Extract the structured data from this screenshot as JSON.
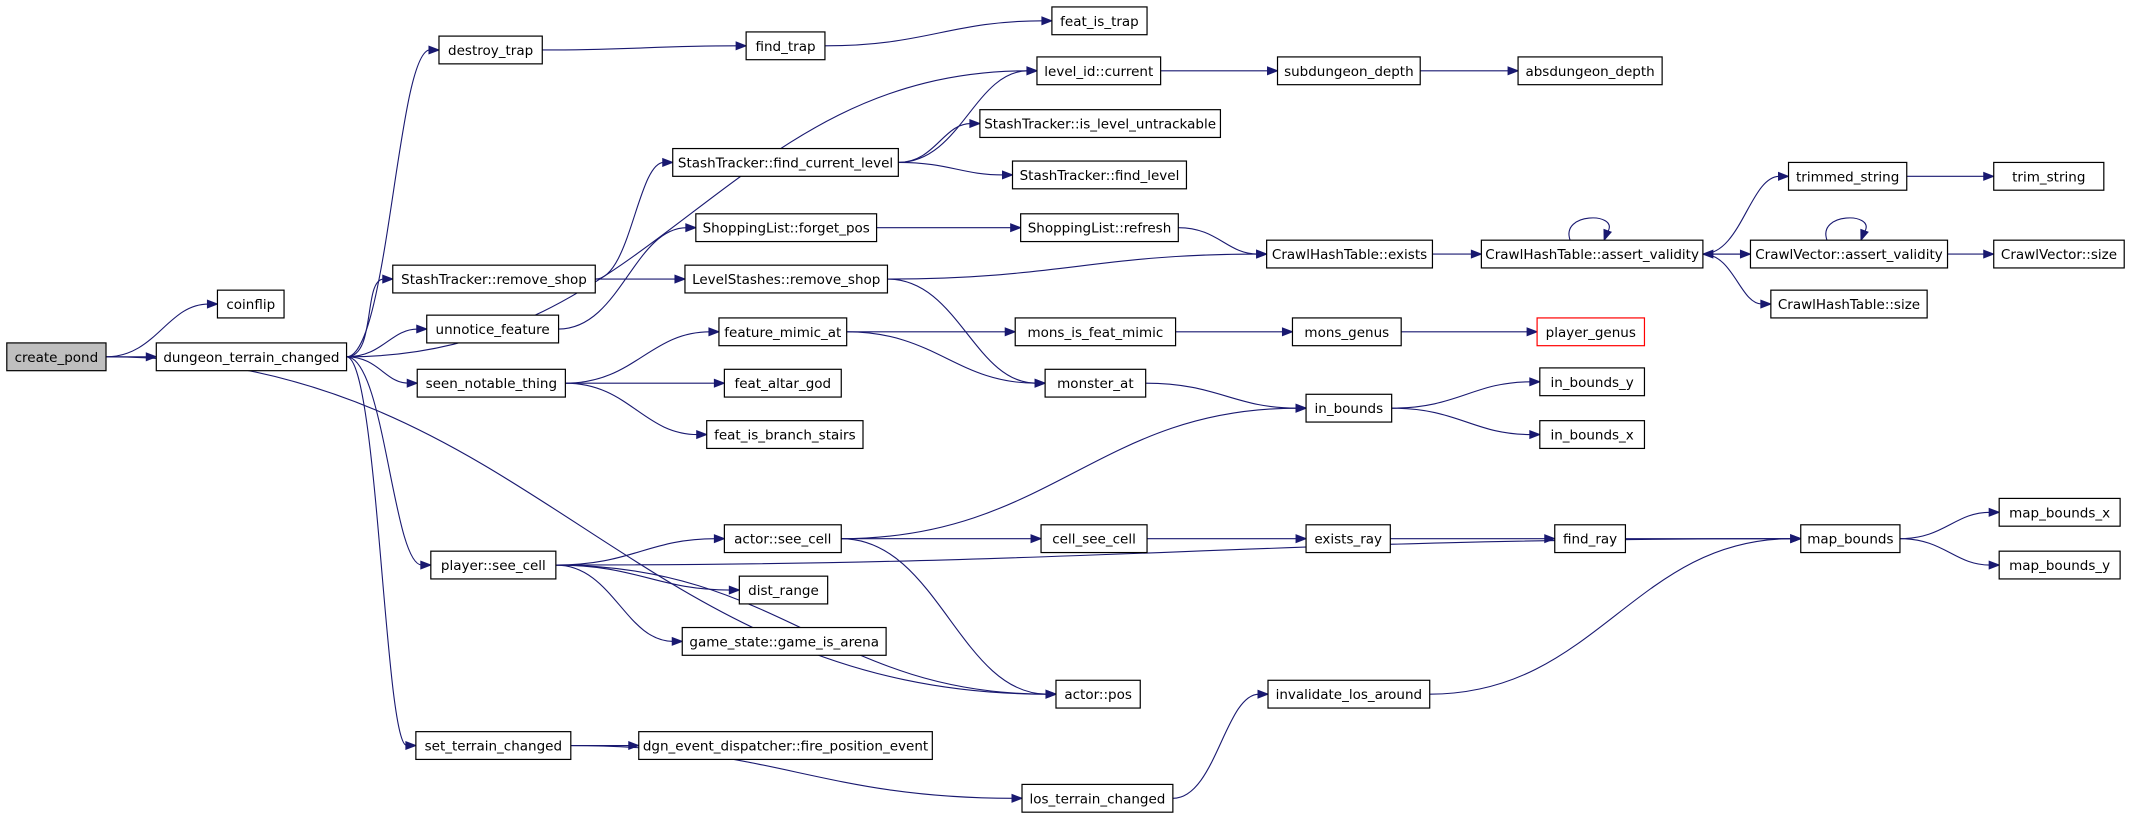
{
  "diagram": {
    "type": "call-graph",
    "colors": {
      "edge": "#191970",
      "root_fill": "#bfbfbf",
      "truncated_border": "#ff0000",
      "node_border": "#000000"
    },
    "nodes": [
      {
        "id": "create_pond",
        "label": "create_pond",
        "root": true
      },
      {
        "id": "coinflip",
        "label": "coinflip"
      },
      {
        "id": "dungeon_terrain_changed",
        "label": "dungeon_terrain_changed"
      },
      {
        "id": "destroy_trap",
        "label": "destroy_trap"
      },
      {
        "id": "find_trap",
        "label": "find_trap"
      },
      {
        "id": "feat_is_trap",
        "label": "feat_is_trap"
      },
      {
        "id": "level_id_current",
        "label": "level_id::current"
      },
      {
        "id": "subdungeon_depth",
        "label": "subdungeon_depth"
      },
      {
        "id": "absdungeon_depth",
        "label": "absdungeon_depth"
      },
      {
        "id": "stash_find_current_level",
        "label": "StashTracker::find_current_level"
      },
      {
        "id": "stash_is_level_untrackable",
        "label": "StashTracker::is_level_untrackable"
      },
      {
        "id": "stash_find_level",
        "label": "StashTracker::find_level"
      },
      {
        "id": "stash_remove_shop",
        "label": "StashTracker::remove_shop"
      },
      {
        "id": "shoppinglist_forget_pos",
        "label": "ShoppingList::forget_pos"
      },
      {
        "id": "shoppinglist_refresh",
        "label": "ShoppingList::refresh"
      },
      {
        "id": "levelstashes_remove_shop",
        "label": "LevelStashes::remove_shop"
      },
      {
        "id": "crawlhash_exists",
        "label": "CrawlHashTable::exists"
      },
      {
        "id": "crawlhash_assert_validity",
        "label": "CrawlHashTable::assert_validity"
      },
      {
        "id": "trimmed_string",
        "label": "trimmed_string"
      },
      {
        "id": "trim_string",
        "label": "trim_string"
      },
      {
        "id": "crawlvector_assert_validity",
        "label": "CrawlVector::assert_validity"
      },
      {
        "id": "crawlvector_size",
        "label": "CrawlVector::size"
      },
      {
        "id": "crawlhash_size",
        "label": "CrawlHashTable::size"
      },
      {
        "id": "unnotice_feature",
        "label": "unnotice_feature"
      },
      {
        "id": "feature_mimic_at",
        "label": "feature_mimic_at"
      },
      {
        "id": "mons_is_feat_mimic",
        "label": "mons_is_feat_mimic"
      },
      {
        "id": "mons_genus",
        "label": "mons_genus"
      },
      {
        "id": "player_genus",
        "label": "player_genus",
        "truncated": true
      },
      {
        "id": "seen_notable_thing",
        "label": "seen_notable_thing"
      },
      {
        "id": "feat_altar_god",
        "label": "feat_altar_god"
      },
      {
        "id": "feat_is_branch_stairs",
        "label": "feat_is_branch_stairs"
      },
      {
        "id": "monster_at",
        "label": "monster_at"
      },
      {
        "id": "in_bounds",
        "label": "in_bounds"
      },
      {
        "id": "in_bounds_y",
        "label": "in_bounds_y"
      },
      {
        "id": "in_bounds_x",
        "label": "in_bounds_x"
      },
      {
        "id": "player_see_cell",
        "label": "player::see_cell"
      },
      {
        "id": "actor_see_cell",
        "label": "actor::see_cell"
      },
      {
        "id": "cell_see_cell",
        "label": "cell_see_cell"
      },
      {
        "id": "exists_ray",
        "label": "exists_ray"
      },
      {
        "id": "find_ray",
        "label": "find_ray"
      },
      {
        "id": "map_bounds",
        "label": "map_bounds"
      },
      {
        "id": "map_bounds_x",
        "label": "map_bounds_x"
      },
      {
        "id": "map_bounds_y",
        "label": "map_bounds_y"
      },
      {
        "id": "dist_range",
        "label": "dist_range"
      },
      {
        "id": "game_is_arena",
        "label": "game_state::game_is_arena"
      },
      {
        "id": "actor_pos",
        "label": "actor::pos"
      },
      {
        "id": "invalidate_los_around",
        "label": "invalidate_los_around"
      },
      {
        "id": "set_terrain_changed",
        "label": "set_terrain_changed"
      },
      {
        "id": "fire_position_event",
        "label": "dgn_event_dispatcher::fire_position_event"
      },
      {
        "id": "los_terrain_changed",
        "label": "los_terrain_changed"
      }
    ],
    "edges": [
      [
        "create_pond",
        "coinflip"
      ],
      [
        "create_pond",
        "dungeon_terrain_changed"
      ],
      [
        "create_pond",
        "actor_pos"
      ],
      [
        "dungeon_terrain_changed",
        "destroy_trap"
      ],
      [
        "dungeon_terrain_changed",
        "level_id_current"
      ],
      [
        "dungeon_terrain_changed",
        "stash_remove_shop"
      ],
      [
        "dungeon_terrain_changed",
        "unnotice_feature"
      ],
      [
        "dungeon_terrain_changed",
        "seen_notable_thing"
      ],
      [
        "dungeon_terrain_changed",
        "player_see_cell"
      ],
      [
        "dungeon_terrain_changed",
        "set_terrain_changed"
      ],
      [
        "destroy_trap",
        "find_trap"
      ],
      [
        "find_trap",
        "feat_is_trap"
      ],
      [
        "level_id_current",
        "subdungeon_depth"
      ],
      [
        "subdungeon_depth",
        "absdungeon_depth"
      ],
      [
        "stash_find_current_level",
        "level_id_current"
      ],
      [
        "stash_find_current_level",
        "stash_is_level_untrackable"
      ],
      [
        "stash_find_current_level",
        "stash_find_level"
      ],
      [
        "stash_remove_shop",
        "stash_find_current_level"
      ],
      [
        "stash_remove_shop",
        "levelstashes_remove_shop"
      ],
      [
        "unnotice_feature",
        "shoppinglist_forget_pos"
      ],
      [
        "shoppinglist_forget_pos",
        "shoppinglist_refresh"
      ],
      [
        "shoppinglist_refresh",
        "crawlhash_exists"
      ],
      [
        "levelstashes_remove_shop",
        "crawlhash_exists"
      ],
      [
        "levelstashes_remove_shop",
        "monster_at"
      ],
      [
        "crawlhash_exists",
        "crawlhash_assert_validity"
      ],
      [
        "crawlhash_assert_validity",
        "crawlhash_assert_validity"
      ],
      [
        "crawlhash_assert_validity",
        "trimmed_string"
      ],
      [
        "crawlhash_assert_validity",
        "crawlvector_assert_validity"
      ],
      [
        "crawlhash_assert_validity",
        "crawlhash_size"
      ],
      [
        "trimmed_string",
        "trim_string"
      ],
      [
        "crawlvector_assert_validity",
        "crawlvector_assert_validity"
      ],
      [
        "crawlvector_assert_validity",
        "crawlhash_assert_validity"
      ],
      [
        "crawlvector_assert_validity",
        "crawlvector_size"
      ],
      [
        "seen_notable_thing",
        "feature_mimic_at"
      ],
      [
        "seen_notable_thing",
        "feat_altar_god"
      ],
      [
        "seen_notable_thing",
        "feat_is_branch_stairs"
      ],
      [
        "feature_mimic_at",
        "mons_is_feat_mimic"
      ],
      [
        "feature_mimic_at",
        "monster_at"
      ],
      [
        "mons_is_feat_mimic",
        "mons_genus"
      ],
      [
        "mons_genus",
        "player_genus"
      ],
      [
        "monster_at",
        "in_bounds"
      ],
      [
        "in_bounds",
        "in_bounds_y"
      ],
      [
        "in_bounds",
        "in_bounds_x"
      ],
      [
        "player_see_cell",
        "map_bounds"
      ],
      [
        "player_see_cell",
        "actor_see_cell"
      ],
      [
        "player_see_cell",
        "dist_range"
      ],
      [
        "player_see_cell",
        "game_is_arena"
      ],
      [
        "player_see_cell",
        "actor_pos"
      ],
      [
        "actor_see_cell",
        "in_bounds"
      ],
      [
        "actor_see_cell",
        "cell_see_cell"
      ],
      [
        "actor_see_cell",
        "actor_pos"
      ],
      [
        "cell_see_cell",
        "exists_ray"
      ],
      [
        "exists_ray",
        "find_ray"
      ],
      [
        "find_ray",
        "map_bounds"
      ],
      [
        "map_bounds",
        "map_bounds_x"
      ],
      [
        "map_bounds",
        "map_bounds_y"
      ],
      [
        "set_terrain_changed",
        "fire_position_event"
      ],
      [
        "set_terrain_changed",
        "los_terrain_changed"
      ],
      [
        "los_terrain_changed",
        "invalidate_los_around"
      ],
      [
        "invalidate_los_around",
        "map_bounds"
      ]
    ]
  }
}
